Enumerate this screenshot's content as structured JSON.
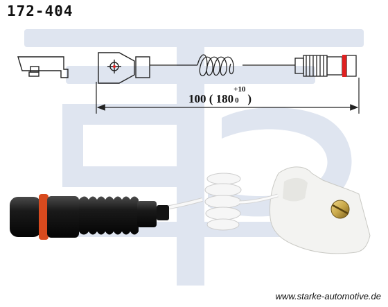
{
  "header": {
    "part_number": "172-404"
  },
  "dimension": {
    "main": "100 ( 180",
    "tol_upper": "+10",
    "tol_lower": "0",
    "close": " )"
  },
  "footer": {
    "website": "www.starke-automotive.de"
  },
  "colors": {
    "watermark": "#dfe5f0",
    "connector_black": "#1c1c1c",
    "seal_ring": "#d84a1e",
    "wire_white": "#f4f4f4",
    "drawing_line": "#222222",
    "accent_red": "#e02020",
    "screw_gold": "#c9a84a"
  }
}
